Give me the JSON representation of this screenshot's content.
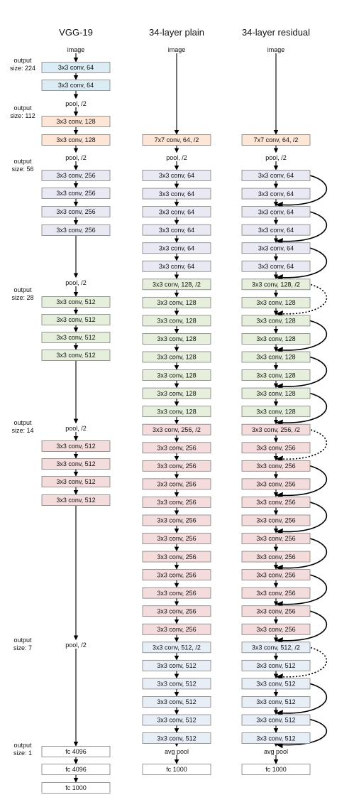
{
  "headers": [
    "VGG-19",
    "34-layer plain",
    "34-layer residual"
  ],
  "colors": {
    "blue": "#dcecf4",
    "orange": "#fde6d6",
    "lavender": "#e9e9f4",
    "green": "#e6efdc",
    "pink": "#f4dcdc",
    "pale": "#e8eef6",
    "white": "#ffffff",
    "border": "#7f7f7f",
    "line": "#000000"
  },
  "output_sizes": [
    {
      "lines": [
        "output",
        "size: 224"
      ]
    },
    {
      "lines": [
        "output",
        "size: 112"
      ]
    },
    {
      "lines": [
        "output",
        "size: 56"
      ]
    },
    {
      "lines": [
        "output",
        "size: 28"
      ]
    },
    {
      "lines": [
        "output",
        "size: 14"
      ]
    },
    {
      "lines": [
        "output",
        "size: 7"
      ]
    },
    {
      "lines": [
        "output",
        "size: 1"
      ]
    }
  ],
  "columns": [
    {
      "name": "vgg19",
      "items": [
        {
          "kind": "label",
          "text": "image"
        },
        {
          "kind": "box",
          "text": "3x3 conv, 64",
          "color": "blue"
        },
        {
          "kind": "box",
          "text": "3x3 conv, 64",
          "color": "blue"
        },
        {
          "kind": "label",
          "text": "pool, /2"
        },
        {
          "kind": "box",
          "text": "3x3 conv, 128",
          "color": "orange"
        },
        {
          "kind": "box",
          "text": "3x3 conv, 128",
          "color": "orange"
        },
        {
          "kind": "label",
          "text": "pool, /2"
        },
        {
          "kind": "box",
          "text": "3x3 conv, 256",
          "color": "lavender"
        },
        {
          "kind": "box",
          "text": "3x3 conv, 256",
          "color": "lavender"
        },
        {
          "kind": "box",
          "text": "3x3 conv, 256",
          "color": "lavender"
        },
        {
          "kind": "box",
          "text": "3x3 conv, 256",
          "color": "lavender"
        },
        {
          "kind": "label",
          "text": "pool, /2"
        },
        {
          "kind": "box",
          "text": "3x3 conv, 512",
          "color": "green"
        },
        {
          "kind": "box",
          "text": "3x3 conv, 512",
          "color": "green"
        },
        {
          "kind": "box",
          "text": "3x3 conv, 512",
          "color": "green"
        },
        {
          "kind": "box",
          "text": "3x3 conv, 512",
          "color": "green"
        },
        {
          "kind": "label",
          "text": "pool, /2"
        },
        {
          "kind": "box",
          "text": "3x3 conv, 512",
          "color": "pink"
        },
        {
          "kind": "box",
          "text": "3x3 conv, 512",
          "color": "pink"
        },
        {
          "kind": "box",
          "text": "3x3 conv, 512",
          "color": "pink"
        },
        {
          "kind": "box",
          "text": "3x3 conv, 512",
          "color": "pink"
        },
        {
          "kind": "label",
          "text": "pool, /2"
        },
        {
          "kind": "box",
          "text": "fc 4096",
          "color": "white"
        },
        {
          "kind": "box",
          "text": "fc 4096",
          "color": "white"
        },
        {
          "kind": "box",
          "text": "fc 1000",
          "color": "white"
        }
      ]
    },
    {
      "name": "plain34",
      "items": [
        {
          "kind": "label",
          "text": "image"
        },
        {
          "kind": "box",
          "text": "7x7 conv, 64, /2",
          "color": "orange"
        },
        {
          "kind": "label",
          "text": "pool, /2"
        },
        {
          "kind": "box",
          "text": "3x3 conv, 64",
          "color": "lavender"
        },
        {
          "kind": "box",
          "text": "3x3 conv, 64",
          "color": "lavender"
        },
        {
          "kind": "box",
          "text": "3x3 conv, 64",
          "color": "lavender"
        },
        {
          "kind": "box",
          "text": "3x3 conv, 64",
          "color": "lavender"
        },
        {
          "kind": "box",
          "text": "3x3 conv, 64",
          "color": "lavender"
        },
        {
          "kind": "box",
          "text": "3x3 conv, 64",
          "color": "lavender"
        },
        {
          "kind": "box",
          "text": "3x3 conv, 128, /2",
          "color": "green"
        },
        {
          "kind": "box",
          "text": "3x3 conv, 128",
          "color": "green"
        },
        {
          "kind": "box",
          "text": "3x3 conv, 128",
          "color": "green"
        },
        {
          "kind": "box",
          "text": "3x3 conv, 128",
          "color": "green"
        },
        {
          "kind": "box",
          "text": "3x3 conv, 128",
          "color": "green"
        },
        {
          "kind": "box",
          "text": "3x3 conv, 128",
          "color": "green"
        },
        {
          "kind": "box",
          "text": "3x3 conv, 128",
          "color": "green"
        },
        {
          "kind": "box",
          "text": "3x3 conv, 128",
          "color": "green"
        },
        {
          "kind": "box",
          "text": "3x3 conv, 256, /2",
          "color": "pink"
        },
        {
          "kind": "box",
          "text": "3x3 conv, 256",
          "color": "pink"
        },
        {
          "kind": "box",
          "text": "3x3 conv, 256",
          "color": "pink"
        },
        {
          "kind": "box",
          "text": "3x3 conv, 256",
          "color": "pink"
        },
        {
          "kind": "box",
          "text": "3x3 conv, 256",
          "color": "pink"
        },
        {
          "kind": "box",
          "text": "3x3 conv, 256",
          "color": "pink"
        },
        {
          "kind": "box",
          "text": "3x3 conv, 256",
          "color": "pink"
        },
        {
          "kind": "box",
          "text": "3x3 conv, 256",
          "color": "pink"
        },
        {
          "kind": "box",
          "text": "3x3 conv, 256",
          "color": "pink"
        },
        {
          "kind": "box",
          "text": "3x3 conv, 256",
          "color": "pink"
        },
        {
          "kind": "box",
          "text": "3x3 conv, 256",
          "color": "pink"
        },
        {
          "kind": "box",
          "text": "3x3 conv, 256",
          "color": "pink"
        },
        {
          "kind": "box",
          "text": "3x3 conv, 512, /2",
          "color": "pale"
        },
        {
          "kind": "box",
          "text": "3x3 conv, 512",
          "color": "pale"
        },
        {
          "kind": "box",
          "text": "3x3 conv, 512",
          "color": "pale"
        },
        {
          "kind": "box",
          "text": "3x3 conv, 512",
          "color": "pale"
        },
        {
          "kind": "box",
          "text": "3x3 conv, 512",
          "color": "pale"
        },
        {
          "kind": "box",
          "text": "3x3 conv, 512",
          "color": "pale"
        },
        {
          "kind": "label",
          "text": "avg pool"
        },
        {
          "kind": "box",
          "text": "fc 1000",
          "color": "white"
        }
      ]
    },
    {
      "name": "residual34",
      "items": [
        {
          "kind": "label",
          "text": "image"
        },
        {
          "kind": "box",
          "text": "7x7 conv, 64, /2",
          "color": "orange"
        },
        {
          "kind": "label",
          "text": "pool, /2"
        },
        {
          "kind": "box",
          "text": "3x3 conv, 64",
          "color": "lavender"
        },
        {
          "kind": "box",
          "text": "3x3 conv, 64",
          "color": "lavender"
        },
        {
          "kind": "box",
          "text": "3x3 conv, 64",
          "color": "lavender"
        },
        {
          "kind": "box",
          "text": "3x3 conv, 64",
          "color": "lavender"
        },
        {
          "kind": "box",
          "text": "3x3 conv, 64",
          "color": "lavender"
        },
        {
          "kind": "box",
          "text": "3x3 conv, 64",
          "color": "lavender"
        },
        {
          "kind": "box",
          "text": "3x3 conv, 128, /2",
          "color": "green"
        },
        {
          "kind": "box",
          "text": "3x3 conv, 128",
          "color": "green"
        },
        {
          "kind": "box",
          "text": "3x3 conv, 128",
          "color": "green"
        },
        {
          "kind": "box",
          "text": "3x3 conv, 128",
          "color": "green"
        },
        {
          "kind": "box",
          "text": "3x3 conv, 128",
          "color": "green"
        },
        {
          "kind": "box",
          "text": "3x3 conv, 128",
          "color": "green"
        },
        {
          "kind": "box",
          "text": "3x3 conv, 128",
          "color": "green"
        },
        {
          "kind": "box",
          "text": "3x3 conv, 128",
          "color": "green"
        },
        {
          "kind": "box",
          "text": "3x3 conv, 256, /2",
          "color": "pink"
        },
        {
          "kind": "box",
          "text": "3x3 conv, 256",
          "color": "pink"
        },
        {
          "kind": "box",
          "text": "3x3 conv, 256",
          "color": "pink"
        },
        {
          "kind": "box",
          "text": "3x3 conv, 256",
          "color": "pink"
        },
        {
          "kind": "box",
          "text": "3x3 conv, 256",
          "color": "pink"
        },
        {
          "kind": "box",
          "text": "3x3 conv, 256",
          "color": "pink"
        },
        {
          "kind": "box",
          "text": "3x3 conv, 256",
          "color": "pink"
        },
        {
          "kind": "box",
          "text": "3x3 conv, 256",
          "color": "pink"
        },
        {
          "kind": "box",
          "text": "3x3 conv, 256",
          "color": "pink"
        },
        {
          "kind": "box",
          "text": "3x3 conv, 256",
          "color": "pink"
        },
        {
          "kind": "box",
          "text": "3x3 conv, 256",
          "color": "pink"
        },
        {
          "kind": "box",
          "text": "3x3 conv, 256",
          "color": "pink"
        },
        {
          "kind": "box",
          "text": "3x3 conv, 512, /2",
          "color": "pale"
        },
        {
          "kind": "box",
          "text": "3x3 conv, 512",
          "color": "pale"
        },
        {
          "kind": "box",
          "text": "3x3 conv, 512",
          "color": "pale"
        },
        {
          "kind": "box",
          "text": "3x3 conv, 512",
          "color": "pale"
        },
        {
          "kind": "box",
          "text": "3x3 conv, 512",
          "color": "pale"
        },
        {
          "kind": "box",
          "text": "3x3 conv, 512",
          "color": "pale"
        },
        {
          "kind": "label",
          "text": "avg pool"
        },
        {
          "kind": "box",
          "text": "fc 1000",
          "color": "white"
        }
      ]
    }
  ],
  "shortcuts": [
    {
      "from": 3,
      "to": 5,
      "style": "solid"
    },
    {
      "from": 5,
      "to": 7,
      "style": "solid"
    },
    {
      "from": 7,
      "to": 9,
      "style": "solid"
    },
    {
      "from": 9,
      "to": 11,
      "style": "dotted"
    },
    {
      "from": 11,
      "to": 13,
      "style": "solid"
    },
    {
      "from": 13,
      "to": 15,
      "style": "solid"
    },
    {
      "from": 15,
      "to": 17,
      "style": "solid"
    },
    {
      "from": 17,
      "to": 19,
      "style": "dotted"
    },
    {
      "from": 19,
      "to": 21,
      "style": "solid"
    },
    {
      "from": 21,
      "to": 23,
      "style": "solid"
    },
    {
      "from": 23,
      "to": 25,
      "style": "solid"
    },
    {
      "from": 25,
      "to": 27,
      "style": "solid"
    },
    {
      "from": 27,
      "to": 29,
      "style": "solid"
    },
    {
      "from": 29,
      "to": 31,
      "style": "dotted"
    },
    {
      "from": 31,
      "to": 33,
      "style": "solid"
    },
    {
      "from": 33,
      "to": 35,
      "style": "solid"
    }
  ]
}
